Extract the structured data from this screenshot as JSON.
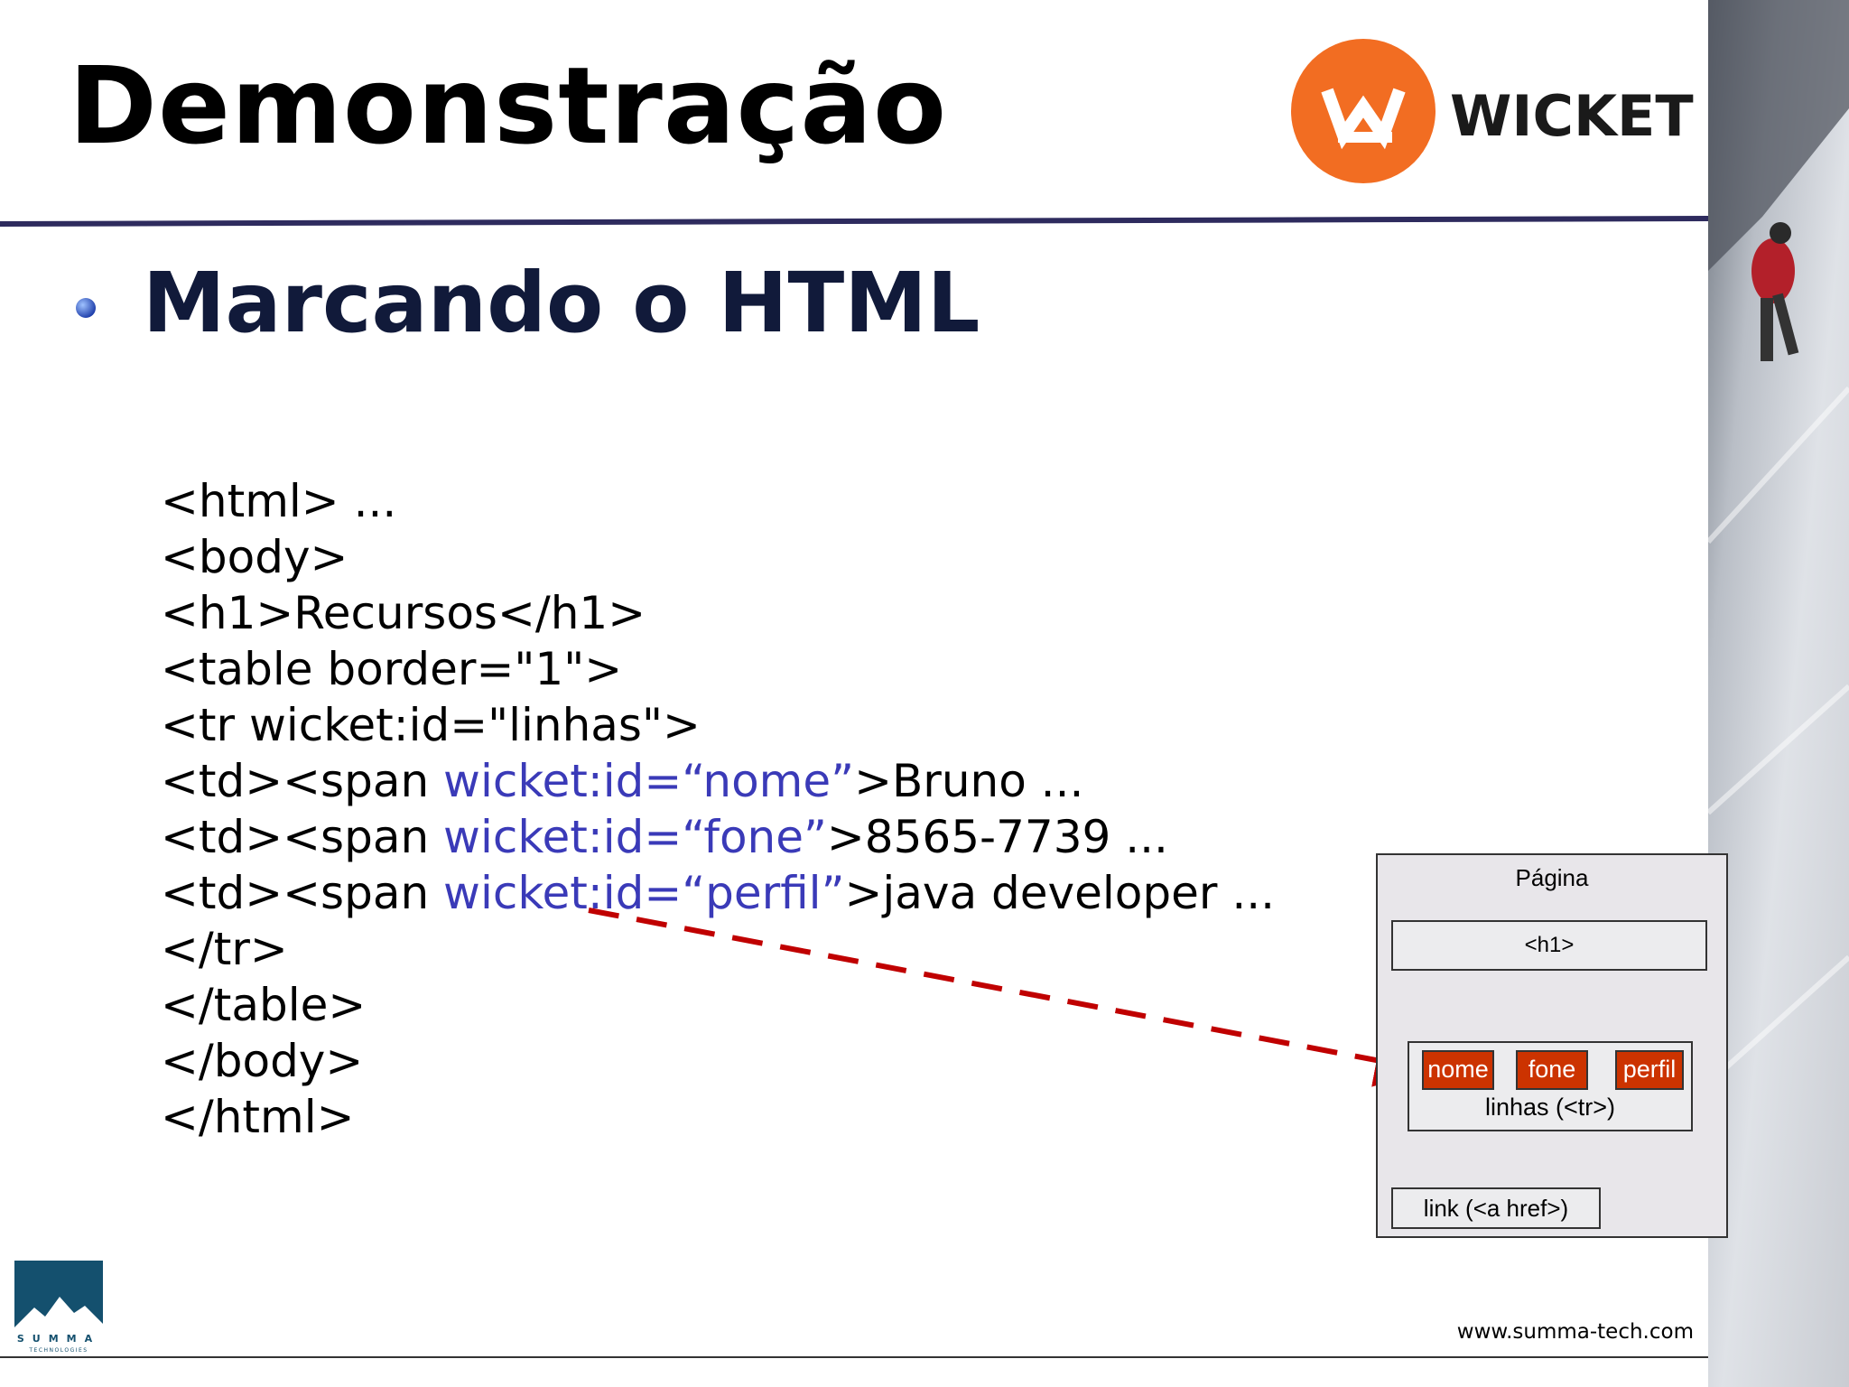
{
  "slide": {
    "title": "Demonstração",
    "bullet": "Marcando o HTML",
    "website": "www.summa-tech.com"
  },
  "logo": {
    "text": "WICKET",
    "color": "#f26d22"
  },
  "summa_logo": {
    "text": "SUMMA",
    "subtext": "TECHNOLOGIES",
    "color": "#14506e"
  },
  "code_lines": [
    {
      "pre": "<html> ...",
      "attr": "",
      "post": ""
    },
    {
      "pre": "<body>",
      "attr": "",
      "post": ""
    },
    {
      "pre": "<h1>Recursos</h1>",
      "attr": "",
      "post": ""
    },
    {
      "pre": "<table border=\"1\">",
      "attr": "",
      "post": ""
    },
    {
      "pre": "<tr wicket:id=\"linhas\">",
      "attr": "",
      "post": ""
    },
    {
      "pre": "<td><span ",
      "attr": "wicket:id=“nome”",
      "post": ">Bruno ..."
    },
    {
      "pre": "<td><span ",
      "attr": "wicket:id=“fone”",
      "post": ">8565-7739 ..."
    },
    {
      "pre": "<td><span ",
      "attr": "wicket:id=“perfil”",
      "post": ">java developer ..."
    },
    {
      "pre": "</tr>",
      "attr": "",
      "post": ""
    },
    {
      "pre": "</table>",
      "attr": "",
      "post": ""
    },
    {
      "pre": "</body>",
      "attr": "",
      "post": ""
    },
    {
      "pre": "</html>",
      "attr": "",
      "post": ""
    }
  ],
  "diagram": {
    "title": "Página",
    "h1_label": "<h1>",
    "cells": [
      "nome",
      "fone",
      "perfil"
    ],
    "rows_label": "linhas (<tr>)",
    "link_label": "link (<a href>)",
    "cell_color": "#cc3300",
    "arrow_color": "#c00000"
  }
}
